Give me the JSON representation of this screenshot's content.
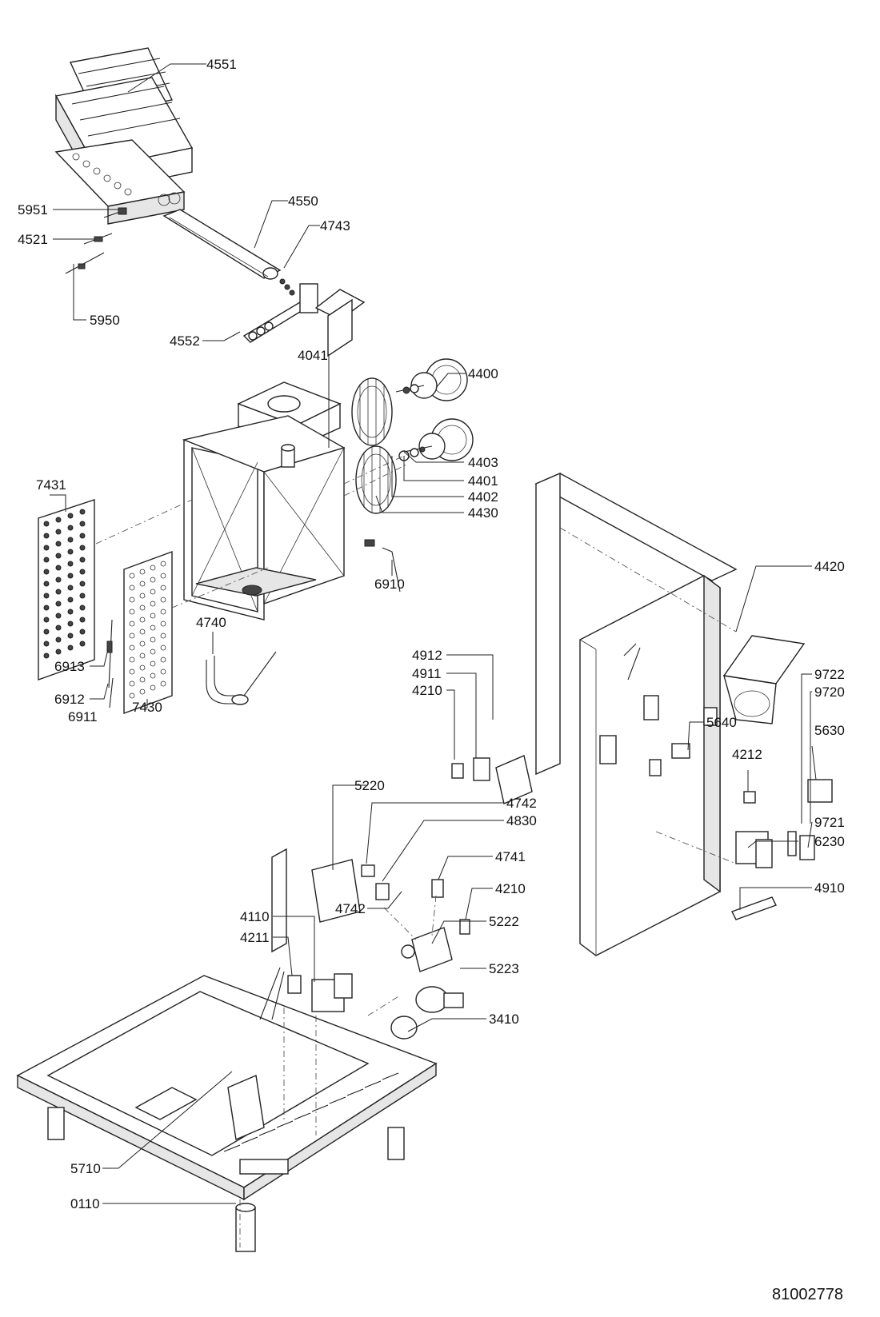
{
  "document_number": "81002778",
  "parts": [
    {
      "id": "4551"
    },
    {
      "id": "4550"
    },
    {
      "id": "4743"
    },
    {
      "id": "5951"
    },
    {
      "id": "4521"
    },
    {
      "id": "5950"
    },
    {
      "id": "4552"
    },
    {
      "id": "4041"
    },
    {
      "id": "4400"
    },
    {
      "id": "4403"
    },
    {
      "id": "4401"
    },
    {
      "id": "4402"
    },
    {
      "id": "4430"
    },
    {
      "id": "7431"
    },
    {
      "id": "6910"
    },
    {
      "id": "4740"
    },
    {
      "id": "6913"
    },
    {
      "id": "6912"
    },
    {
      "id": "6911"
    },
    {
      "id": "7430"
    },
    {
      "id": "4420"
    },
    {
      "id": "4912"
    },
    {
      "id": "4911"
    },
    {
      "id": "4210"
    },
    {
      "id": "9722"
    },
    {
      "id": "9720"
    },
    {
      "id": "5640"
    },
    {
      "id": "5630"
    },
    {
      "id": "4212"
    },
    {
      "id": "5220"
    },
    {
      "id": "4742"
    },
    {
      "id": "4830"
    },
    {
      "id": "4741"
    },
    {
      "id": "9721"
    },
    {
      "id": "6230"
    },
    {
      "id": "4210"
    },
    {
      "id": "4742"
    },
    {
      "id": "5222"
    },
    {
      "id": "4910"
    },
    {
      "id": "4110"
    },
    {
      "id": "4211"
    },
    {
      "id": "5223"
    },
    {
      "id": "3410"
    },
    {
      "id": "5710"
    },
    {
      "id": "0110"
    }
  ]
}
